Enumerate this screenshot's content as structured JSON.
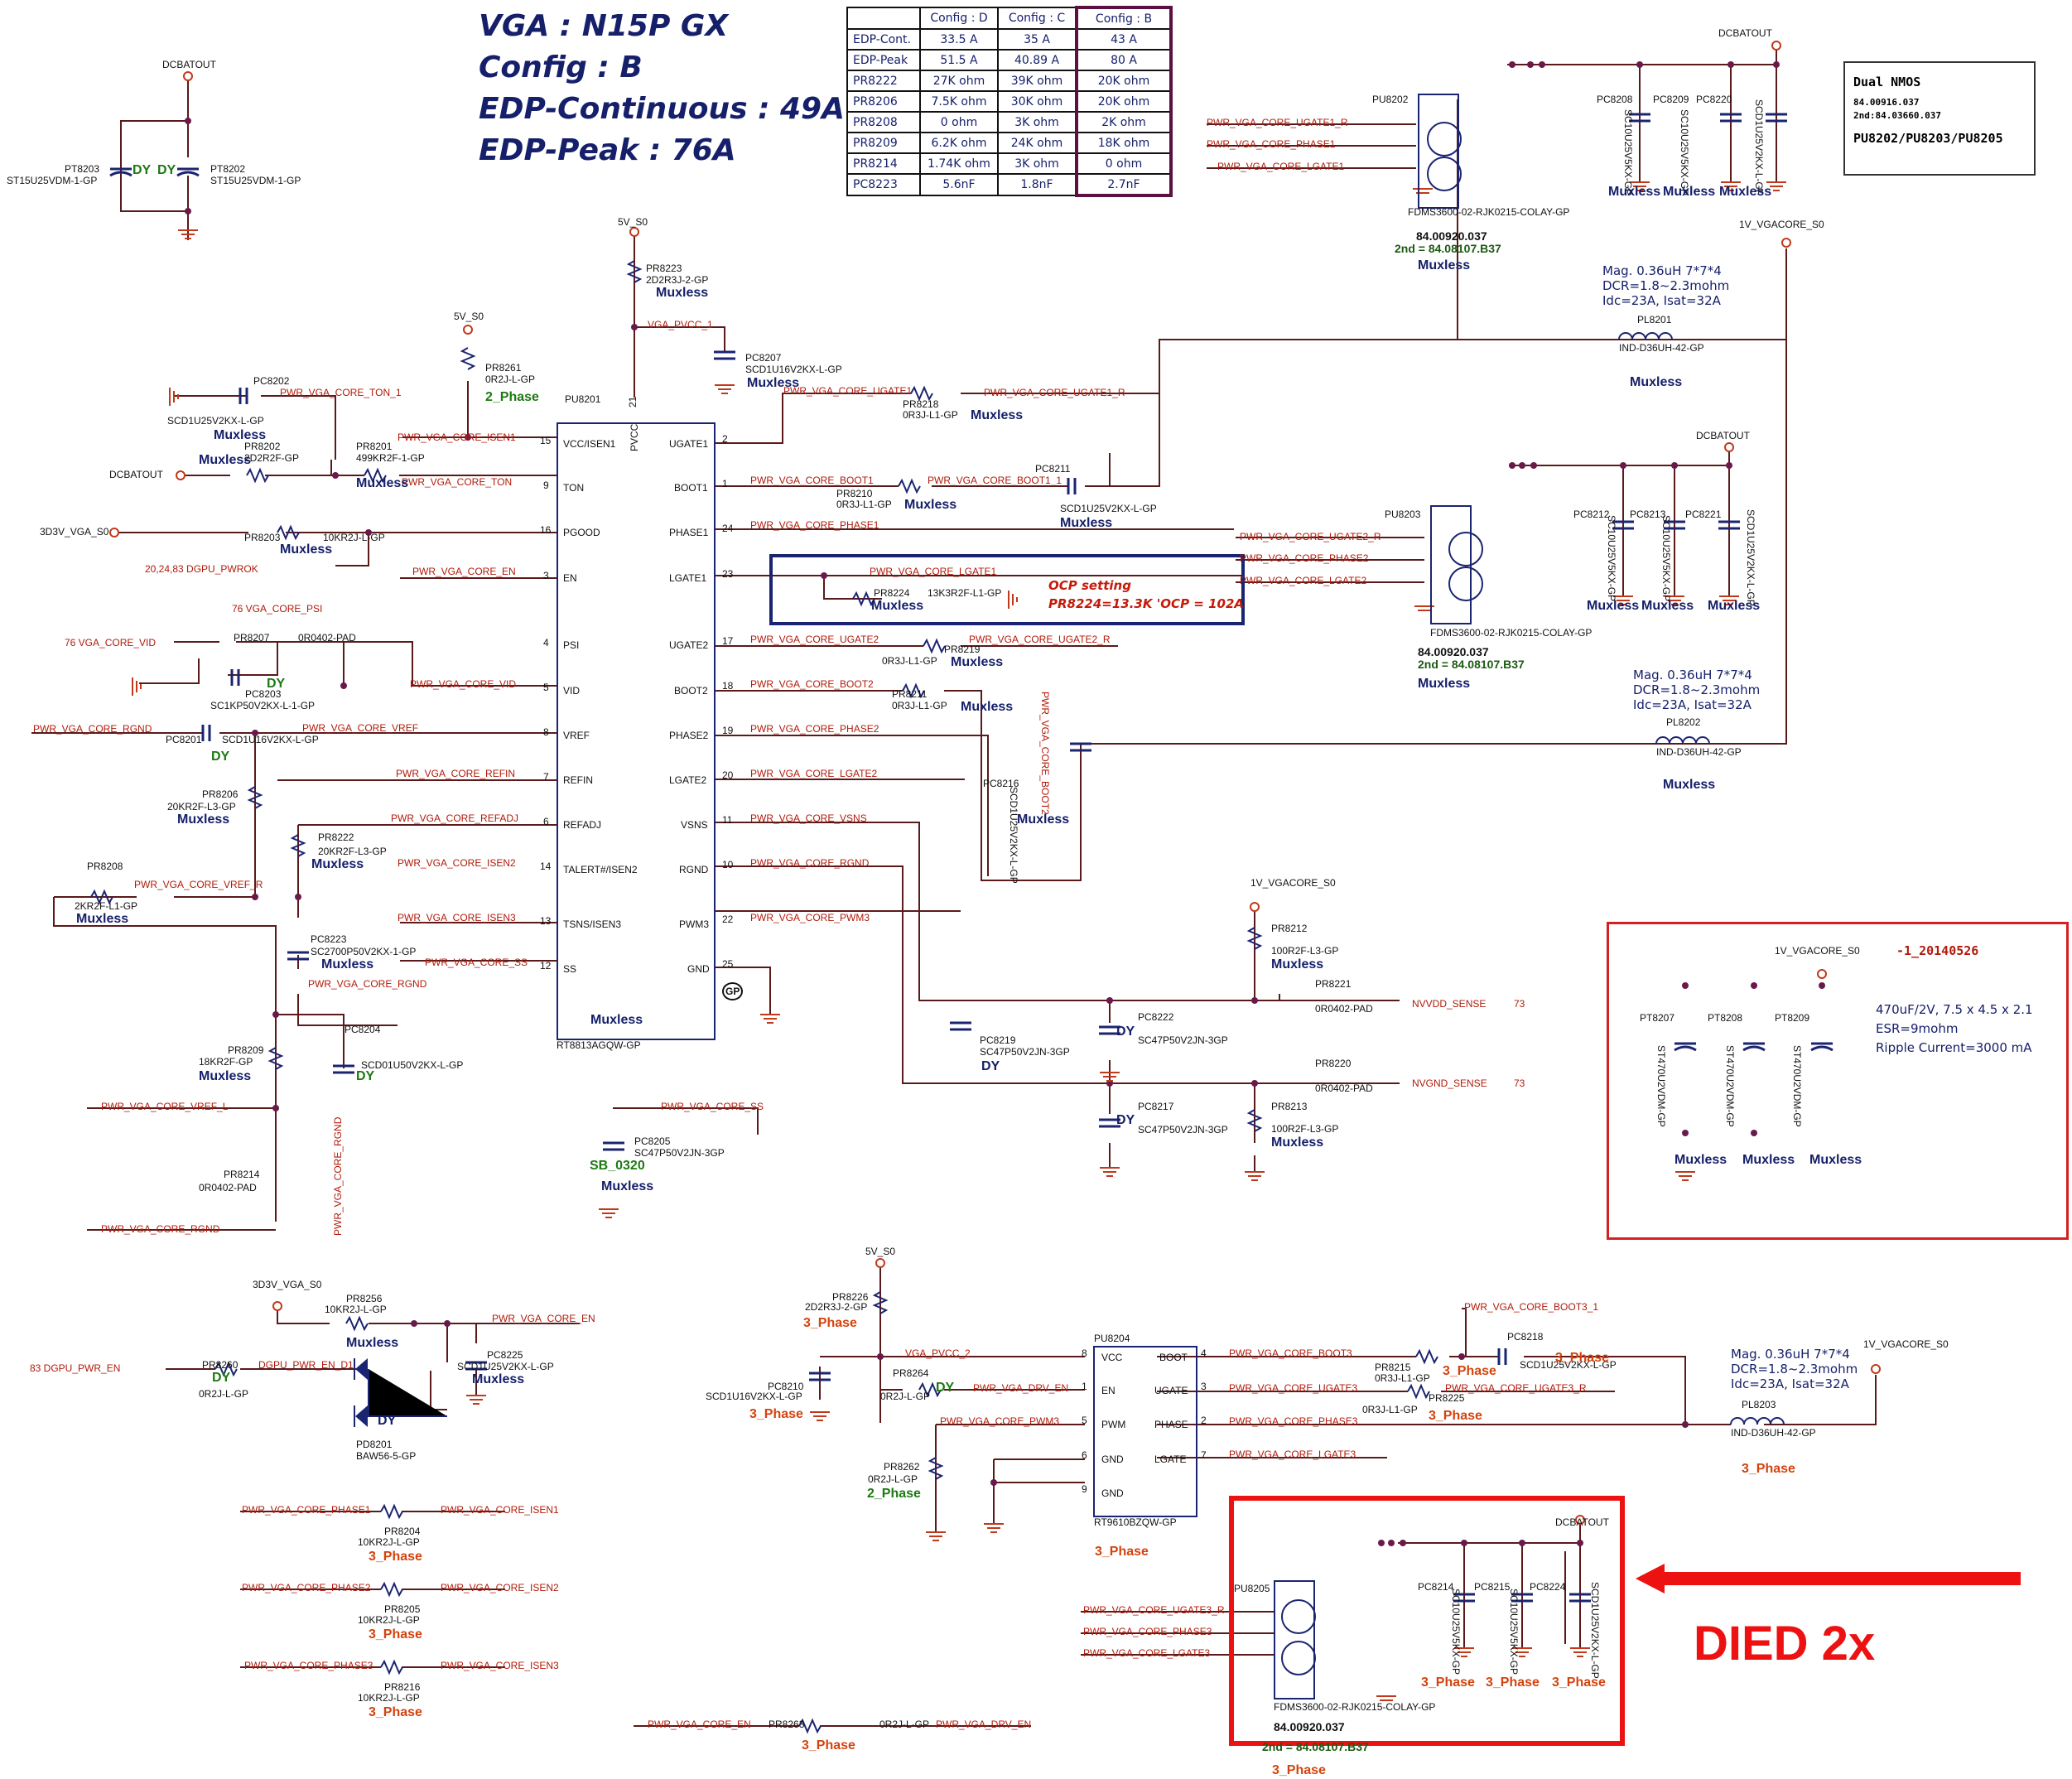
{
  "header": {
    "line1": "VGA : N15P GX",
    "line2": "Config : B",
    "line3": "EDP-Continuous : 49A",
    "line4": "EDP-Peak : 76A"
  },
  "config_table": {
    "columns": [
      "",
      "Config : D",
      "Config : C",
      "Config : B"
    ],
    "highlighted_column": "Config : B",
    "rows": [
      {
        "name": "EDP-Cont.",
        "d": "33.5 A",
        "c": "35 A",
        "b": "43 A"
      },
      {
        "name": "EDP-Peak",
        "d": "51.5 A",
        "c": "40.89 A",
        "b": "80 A"
      },
      {
        "name": "PR8222",
        "d": "27K ohm",
        "c": "39K ohm",
        "b": "20K ohm"
      },
      {
        "name": "PR8206",
        "d": "7.5K ohm",
        "c": "30K ohm",
        "b": "20K ohm"
      },
      {
        "name": "PR8208",
        "d": "0 ohm",
        "c": "3K ohm",
        "b": "2K ohm"
      },
      {
        "name": "PR8209",
        "d": "6.2K ohm",
        "c": "24K ohm",
        "b": "18K ohm"
      },
      {
        "name": "PR8214",
        "d": "1.74K ohm",
        "c": "3K ohm",
        "b": "0 ohm"
      },
      {
        "name": "PC8223",
        "d": "5.6nF",
        "c": "1.8nF",
        "b": "2.7nF"
      }
    ]
  },
  "nmos_note": {
    "title": "Dual NMOS",
    "pn1": "84.00916.037",
    "pn2": "2nd:84.03660.037",
    "parts": "PU8202/PU8203/PU8205"
  },
  "tags": {
    "muxless": "Muxless",
    "phase3": "3_Phase",
    "phase2": "2_Phase",
    "dy": "DY",
    "gp": "GP",
    "sb": "SB_0320"
  },
  "rails": {
    "dcbatout": "DCBATOUT",
    "v5": "5V_S0",
    "v1core": "1V_VGACORE_S0",
    "v3d3": "3D3V_VGA_S0"
  },
  "bulk_caps": {
    "pt8203": "PT8203",
    "pt8203_val": "ST15U25VDM-1-GP",
    "pt8202": "PT8202",
    "pt8202_val": "ST15U25VDM-1-GP"
  },
  "controller": {
    "ref": "PU8201",
    "part": "RT8813AGQW-GP",
    "pvcc": "PVCC",
    "pvcc_pin": "21",
    "left_pins": [
      {
        "num": "15",
        "name": "VCC/ISEN1",
        "net": "PWR_VGA_CORE_ISEN1"
      },
      {
        "num": "9",
        "name": "TON",
        "net": "PWR_VGA_CORE_TON"
      },
      {
        "num": "16",
        "name": "PGOOD",
        "net": ""
      },
      {
        "num": "3",
        "name": "EN",
        "net": "PWR_VGA_CORE_EN"
      },
      {
        "num": "4",
        "name": "PSI",
        "net": ""
      },
      {
        "num": "5",
        "name": "VID",
        "net": "PWR_VGA_CORE_VID"
      },
      {
        "num": "8",
        "name": "VREF",
        "net": "PWR_VGA_CORE_VREF"
      },
      {
        "num": "7",
        "name": "REFIN",
        "net": "PWR_VGA_CORE_REFIN"
      },
      {
        "num": "6",
        "name": "REFADJ",
        "net": "PWR_VGA_CORE_REFADJ"
      },
      {
        "num": "14",
        "name": "TALERT#/ISEN2",
        "net": "PWR_VGA_CORE_ISEN2"
      },
      {
        "num": "13",
        "name": "TSNS/ISEN3",
        "net": "PWR_VGA_CORE_ISEN3"
      },
      {
        "num": "12",
        "name": "SS",
        "net": "PWR_VGA_CORE_SS"
      }
    ],
    "right_pins": [
      {
        "num": "2",
        "name": "UGATE1",
        "net": "PWR_VGA_CORE_UGATE1"
      },
      {
        "num": "1",
        "name": "BOOT1",
        "net": "PWR_VGA_CORE_BOOT1"
      },
      {
        "num": "24",
        "name": "PHASE1",
        "net": "PWR_VGA_CORE_PHASE1"
      },
      {
        "num": "23",
        "name": "LGATE1",
        "net": ""
      },
      {
        "num": "17",
        "name": "UGATE2",
        "net": "PWR_VGA_CORE_UGATE2"
      },
      {
        "num": "18",
        "name": "BOOT2",
        "net": "PWR_VGA_CORE_BOOT2"
      },
      {
        "num": "19",
        "name": "PHASE2",
        "net": "PWR_VGA_CORE_PHASE2"
      },
      {
        "num": "20",
        "name": "LGATE2",
        "net": "PWR_VGA_CORE_LGATE2"
      },
      {
        "num": "11",
        "name": "VSNS",
        "net": "PWR_VGA_CORE_VSNS"
      },
      {
        "num": "10",
        "name": "RGND",
        "net": "PWR_VGA_CORE_RGND"
      },
      {
        "num": "22",
        "name": "PWM3",
        "net": "PWR_VGA_CORE_PWM3"
      },
      {
        "num": "25",
        "name": "GND",
        "net": ""
      }
    ]
  },
  "ocp": {
    "title": "OCP setting",
    "value": "PR8224=13.3K 'OCP = 102A",
    "net": "PWR_VGA_CORE_LGATE1",
    "ref": "PR8224",
    "part": "13K3R2F-L1-GP"
  },
  "left_components": {
    "pc8202": "PC8202",
    "pc8202_val": "SCD1U25V2KX-L-GP",
    "ton1": "PWR_VGA_CORE_TON_1",
    "pr8202": "PR8202",
    "pr8202_val": "2D2R2F-GP",
    "pr8201": "PR8201",
    "pr8201_val": "499KR2F-1-GP",
    "pr8261": "PR8261",
    "pr8261_val": "0R2J-L-GP",
    "pr8203": "PR8203",
    "pr8203_val": "10KR2J-L-GP",
    "pwrok": "20,24,83  DGPU_PWROK",
    "psi": "76  VGA_CORE_PSI",
    "vid": "76  VGA_CORE_VID",
    "pr8207": "PR8207",
    "pr8207_val": "0R0402-PAD",
    "pc8203": "PC8203",
    "pc8203_val": "SC1KP50V2KX-L-1-GP",
    "rgnd": "PWR_VGA_CORE_RGND",
    "pc8201": "PC8201",
    "pc8201_val": "SCD1U16V2KX-L-GP",
    "pr8206": "PR8206",
    "pr8206_val": "20KR2F-L3-GP",
    "pr8222": "PR8222",
    "pr8222_val": "20KR2F-L3-GP",
    "pr8208": "PR8208",
    "pr8208_val": "2KR2F-L1-GP",
    "vref_r": "PWR_VGA_CORE_VREF_R",
    "pc8223": "PC8223",
    "pc8223_val": "SC2700P50V2KX-1-GP",
    "pr8209": "PR8209",
    "pr8209_val": "18KR2F-GP",
    "pc8204": "PC8204",
    "pc8204_val": "SCD01U50V2KX-L-GP",
    "vref_l": "PWR_VGA_CORE_VREF_L",
    "pr8214": "PR8214",
    "pr8214_val": "0R0402-PAD",
    "pc8205": "PC8205",
    "pc8205_val": "SC47P50V2JN-3GP",
    "ss": "PWR_VGA_CORE_SS",
    "pr8223": "PR8223",
    "pr8223_val": "2D2R3J-2-GP",
    "pvcc1": "VGA_PVCC_1",
    "pc8207": "PC8207",
    "pc8207_val": "SCD1U16V2KX-L-GP"
  },
  "right_components": {
    "pr8218": "PR8218",
    "pr8218_val": "0R3J-L1-GP",
    "ugate1_r": "PWR_VGA_CORE_UGATE1_R",
    "pr8210": "PR8210",
    "pr8210_val": "0R3J-L1-GP",
    "boot1_1": "PWR_VGA_CORE_BOOT1_1",
    "pc8211": "PC8211",
    "pc8211_val": "SCD1U25V2KX-L-GP",
    "pr8219": "PR8219",
    "pr8219_val": "0R3J-L1-GP",
    "ugate2_r": "PWR_VGA_CORE_UGATE2_R",
    "pr8211": "PR8211",
    "pr8211_val": "0R3J-L1-GP",
    "pc8216": "PC8216",
    "pc8216_val": "SCD1U25V2KX-L-GP",
    "boot2_net": "PWR_VGA_CORE_BOOT2",
    "pl8201": "PL8201",
    "pl8202": "PL8202",
    "pl8203": "PL8203",
    "pl_val": "IND-D36UH-42-GP",
    "ind1": "Mag. 0.36uH 7*7*4",
    "ind2": "DCR=1.8~2.3mohm",
    "ind3": "Idc=23A, Isat=32A",
    "pr8212": "PR8212",
    "pr8212_val": "100R2F-L3-GP",
    "pr8221": "PR8221",
    "pr8221_val": "0R0402-PAD",
    "nvvdd": "NVVDD_SENSE",
    "nvvdd_pg": "73",
    "pc8222": "PC8222",
    "pc8222_val": "SC47P50V2JN-3GP",
    "pc8219": "PC8219",
    "pc8219_val": "SC47P50V2JN-3GP",
    "pr8220": "PR8220",
    "pr8220_val": "0R0402-PAD",
    "nvgnd": "NVGND_SENSE",
    "nvgnd_pg": "73",
    "pc8217": "PC8217",
    "pc8217_val": "SC47P50V2JN-3GP",
    "pr8213": "PR8213",
    "pr8213_val": "100R2F-L3-GP"
  },
  "mosfets": [
    {
      "ref": "PU8202",
      "part": "FDMS3600-02-RJK0215-COLAY-GP",
      "pn": "84.00920.037",
      "pn2": "2nd = 84.08107.B37",
      "ug": "PWR_VGA_CORE_UGATE1_R",
      "ph": "PWR_VGA_CORE_PHASE1",
      "lg": "PWR_VGA_CORE_LGATE1",
      "caps": [
        {
          "ref": "PC8208",
          "val": "SC10U25V5KX-GP"
        },
        {
          "ref": "PC8209",
          "val": "SC10U25V5KX-GP"
        },
        {
          "ref": "PC8220",
          "val": "SCD1U25V2KX-L-GP"
        }
      ]
    },
    {
      "ref": "PU8203",
      "part": "FDMS3600-02-RJK0215-COLAY-GP",
      "pn": "84.00920.037",
      "pn2": "2nd = 84.08107.B37",
      "ug": "PWR_VGA_CORE_UGATE2_R",
      "ph": "PWR_VGA_CORE_PHASE2",
      "lg": "PWR_VGA_CORE_LGATE2",
      "caps": [
        {
          "ref": "PC8212",
          "val": "SC10U25V5KX-GP"
        },
        {
          "ref": "PC8213",
          "val": "SC10U25V5KX-GP"
        },
        {
          "ref": "PC8221",
          "val": "SCD1U25V2KX-L-GP"
        }
      ]
    },
    {
      "ref": "PU8205",
      "part": "FDMS3600-02-RJK0215-COLAY-GP",
      "pn": "84.00920.037",
      "pn2": "2nd = 84.08107.B37",
      "ug": "PWR_VGA_CORE_UGATE3_R",
      "ph": "PWR_VGA_CORE_PHASE3",
      "lg": "PWR_VGA_CORE_LGATE3",
      "caps": [
        {
          "ref": "PC8214",
          "val": "SC10U25V5KX-GP"
        },
        {
          "ref": "PC8215",
          "val": "SC10U25V5KX-GP"
        },
        {
          "ref": "PC8224",
          "val": "SCD1U25V2KX-L-GP"
        }
      ]
    }
  ],
  "output_caps": {
    "revision": "-1_20140526",
    "caps": [
      {
        "ref": "PT8207",
        "val": "ST470U2VDM-GP"
      },
      {
        "ref": "PT8208",
        "val": "ST470U2VDM-GP"
      },
      {
        "ref": "PT8209",
        "val": "ST470U2VDM-GP"
      }
    ],
    "spec1": "470uF/2V, 7.5 x 4.5 x 2.1",
    "spec2": "ESR=9mohm",
    "spec3": "Ripple Current=3000 mA"
  },
  "enable_block": {
    "pr8256": "PR8256",
    "pr8256_val": "10KR2J-L-GP",
    "en": "PWR_VGA_CORE_EN",
    "pwr_en": "83  DGPU_PWR_EN",
    "pr8260": "PR8260",
    "pr8260_val": "0R2J-L-GP",
    "en_d1": "DGPU_PWR_EN_D1",
    "pc8225": "PC8225",
    "pc8225_val": "SCD1U25V2KX-L-GP",
    "pd8201": "PD8201",
    "pd8201_val": "BAW56-5-GP"
  },
  "isen_resistors": [
    {
      "from": "PWR_VGA_CORE_PHASE1",
      "to": "PWR_VGA_CORE_ISEN1",
      "ref": "PR8204",
      "val": "10KR2J-L-GP"
    },
    {
      "from": "PWR_VGA_CORE_PHASE2",
      "to": "PWR_VGA_CORE_ISEN2",
      "ref": "PR8205",
      "val": "10KR2J-L-GP"
    },
    {
      "from": "PWR_VGA_CORE_PHASE3",
      "to": "PWR_VGA_CORE_ISEN3",
      "ref": "PR8216",
      "val": "10KR2J-L-GP"
    }
  ],
  "drv_en": {
    "from": "PWR_VGA_CORE_EN",
    "ref": "PR8263",
    "val": "0R2J-L-GP",
    "to": "PWR_VGA_DRV_EN"
  },
  "driver": {
    "ref": "PU8204",
    "part": "RT9610BZQW-GP",
    "pins_left": [
      {
        "num": "8",
        "name": "VCC"
      },
      {
        "num": "1",
        "name": "EN"
      },
      {
        "num": "5",
        "name": "PWM"
      },
      {
        "num": "6",
        "name": "GND"
      },
      {
        "num": "9",
        "name": "GND"
      }
    ],
    "pins_right": [
      {
        "num": "4",
        "name": "BOOT"
      },
      {
        "num": "3",
        "name": "UGATE"
      },
      {
        "num": "2",
        "name": "PHASE"
      },
      {
        "num": "7",
        "name": "LGATE"
      }
    ],
    "pr8226": "PR8226",
    "pr8226_val": "2D2R3J-2-GP",
    "pvcc2": "VGA_PVCC_2",
    "pc8210": "PC8210",
    "pc8210_val": "SCD1U16V2KX-L-GP",
    "pr8264": "PR8264",
    "pr8264_val": "0R2J-L-GP",
    "drv_en": "PWR_VGA_DRV_EN",
    "pwm3": "PWR_VGA_CORE_PWM3",
    "pr8262": "PR8262",
    "pr8262_val": "0R2J-L-GP",
    "boot3": "PWR_VGA_CORE_BOOT3",
    "ugate3": "PWR_VGA_CORE_UGATE3",
    "phase3": "PWR_VGA_CORE_PHASE3",
    "lgate3": "PWR_VGA_CORE_LGATE3",
    "boot3_1": "PWR_VGA_CORE_BOOT3_1",
    "pr8215": "PR8215",
    "pr8215_val": "0R3J-L1-GP",
    "pc8218": "PC8218",
    "pc8218_val": "SCD1U25V2KX-L-GP",
    "pr8225": "PR8225",
    "pr8225_val": "0R3J-L1-GP",
    "ugate3_r": "PWR_VGA_CORE_UGATE3_R"
  },
  "annotation": {
    "text": "DIED 2x",
    "color": "#ee1111"
  }
}
